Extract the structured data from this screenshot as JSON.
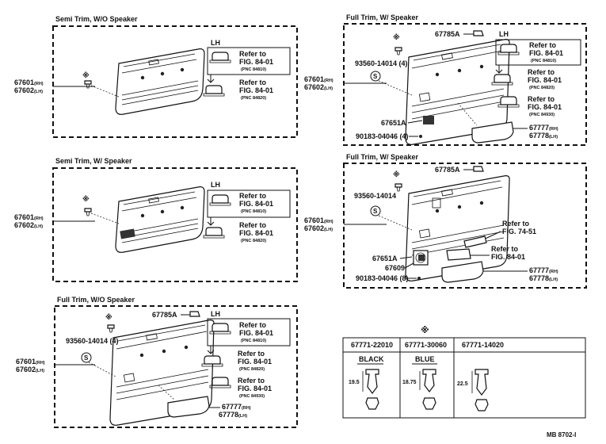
{
  "star": "※",
  "sections": {
    "semi_wo": {
      "title": "Semi Trim, W/O Speaker",
      "rh": "67601",
      "rh_suffix": "(RH)",
      "lh": "67602",
      "lh_suffix": "(LH)",
      "side": "LH",
      "refs": [
        {
          "line1": "Refer to",
          "line2": "FIG. 84-01",
          "pnc": "(PNC 84810)"
        },
        {
          "line1": "Refer to",
          "line2": "FIG. 84-01",
          "pnc": "(PNC 84820)"
        }
      ]
    },
    "semi_w": {
      "title": "Semi Trim, W/ Speaker",
      "rh": "67601",
      "rh_suffix": "(RH)",
      "lh": "67602",
      "lh_suffix": "(LH)",
      "side": "LH",
      "refs": [
        {
          "line1": "Refer to",
          "line2": "FIG. 84-01",
          "pnc": "(PNC 84810)"
        },
        {
          "line1": "Refer to",
          "line2": "FIG. 84-01",
          "pnc": "(PNC 84820)"
        }
      ]
    },
    "full_wo": {
      "title": "Full Trim, W/O Speaker",
      "rh": "67601",
      "rh_suffix": "(RH)",
      "lh": "67602",
      "lh_suffix": "(LH)",
      "side": "LH",
      "clip_part": "67785A",
      "screw": "93560-14014 (4)",
      "s_mark": "S",
      "pocket_rh": "67777",
      "pocket_rh_suffix": "(RH)",
      "pocket_lh": "67778",
      "pocket_lh_suffix": "(LH)",
      "refs": [
        {
          "line1": "Refer to",
          "line2": "FIG. 84-01",
          "pnc": "(PNC 84810)"
        },
        {
          "line1": "Refer to",
          "line2": "FIG. 84-01",
          "pnc": "(PNC 84820)"
        },
        {
          "line1": "Refer to",
          "line2": "FIG. 84-01",
          "pnc": "(PNC 84930)"
        }
      ]
    },
    "full_w_top": {
      "title": "Full Trim, W/ Speaker",
      "rh": "67601",
      "rh_suffix": "(RH)",
      "lh": "67602",
      "lh_suffix": "(LH)",
      "side": "LH",
      "clip_part": "67785A",
      "screw": "93560-14014 (4)",
      "s_mark": "S",
      "grille": "67651A",
      "bolt": "90183-04046 (4)",
      "pocket_rh": "67777",
      "pocket_rh_suffix": "(RH)",
      "pocket_lh": "67778",
      "pocket_lh_suffix": "(LH)",
      "refs": [
        {
          "line1": "Refer to",
          "line2": "FIG. 84-01",
          "pnc": "(PNC 84810)"
        },
        {
          "line1": "Refer to",
          "line2": "FIG. 84-01",
          "pnc": "(PNC 84820)"
        },
        {
          "line1": "Refer to",
          "line2": "FIG. 84-01",
          "pnc": "(PNC 84930)"
        }
      ]
    },
    "full_w_bottom": {
      "title": "Full Trim, W/ Speaker",
      "rh": "67601",
      "rh_suffix": "(RH)",
      "lh": "67602",
      "lh_suffix": "(LH)",
      "clip_part": "67785A",
      "screw": "93560-14014",
      "s_mark": "S",
      "grille": "67651A",
      "speaker": "67609",
      "bolt": "90183-04046 (8)",
      "pocket_rh": "67777",
      "pocket_rh_suffix": "(RH)",
      "pocket_lh": "67778",
      "pocket_lh_suffix": "(LH)",
      "refs": [
        {
          "line1": "Refer to",
          "line2": "FIG. 74-51"
        },
        {
          "line1": "Refer to",
          "line2": "FIG. 84-01"
        }
      ]
    }
  },
  "clip_table": {
    "columns": [
      {
        "part": "67771-22010",
        "color": "BLACK",
        "dim": "19.5"
      },
      {
        "part": "67771-30060",
        "color": "BLUE",
        "dim": "18.75"
      },
      {
        "part": "67771-14020",
        "color": "",
        "dim": "22.5"
      }
    ]
  },
  "footer": "MB 8702-I"
}
